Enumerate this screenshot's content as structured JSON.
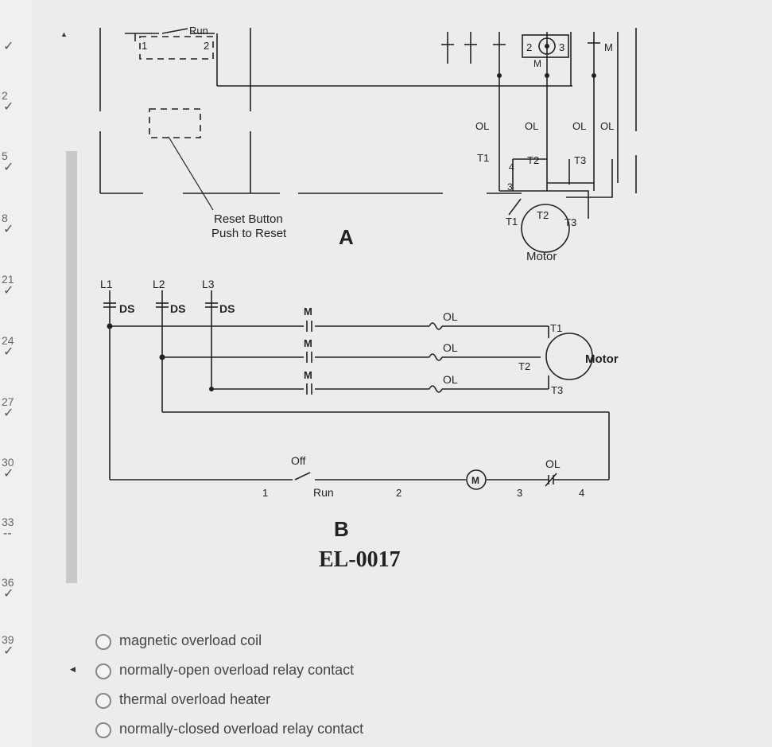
{
  "nav": {
    "items": [
      {
        "num": "",
        "mark": "✓"
      },
      {
        "num": "2",
        "mark": "✓"
      },
      {
        "num": "5",
        "mark": "✓"
      },
      {
        "num": "8",
        "mark": "✓"
      },
      {
        "num": "21",
        "mark": "✓"
      },
      {
        "num": "24",
        "mark": "✓"
      },
      {
        "num": "27",
        "mark": "✓"
      },
      {
        "num": "30",
        "mark": "✓"
      },
      {
        "num": "33",
        "mark": "--"
      },
      {
        "num": "36",
        "mark": "✓"
      },
      {
        "num": "39",
        "mark": "✓"
      }
    ]
  },
  "diagram": {
    "part_a": {
      "run_label": "Run",
      "contact_1": "1",
      "contact_2": "2",
      "reset_line1": "Reset Button",
      "reset_line2": "Push to Reset",
      "letter": "A",
      "terminal_2": "2",
      "terminal_3": "3",
      "coil": "M",
      "m_contact": "M",
      "ol": "OL",
      "t1": "T1",
      "t2": "T2",
      "t3": "T3",
      "term_4": "4",
      "term_3": "3",
      "motor": "Motor"
    },
    "part_b": {
      "l1": "L1",
      "l2": "L2",
      "l3": "L3",
      "ds": "DS",
      "m": "M",
      "ol": "OL",
      "t1": "T1",
      "t2": "T2",
      "t3": "T3",
      "motor": "Motor",
      "off": "Off",
      "run": "Run",
      "n1": "1",
      "n2": "2",
      "n3": "3",
      "n4": "4",
      "coil": "M",
      "letter": "B",
      "code": "EL-0017"
    }
  },
  "answers": {
    "options": [
      "magnetic overload coil",
      "normally-open overload relay contact",
      "thermal overload heater",
      "normally-closed overload relay contact"
    ]
  }
}
